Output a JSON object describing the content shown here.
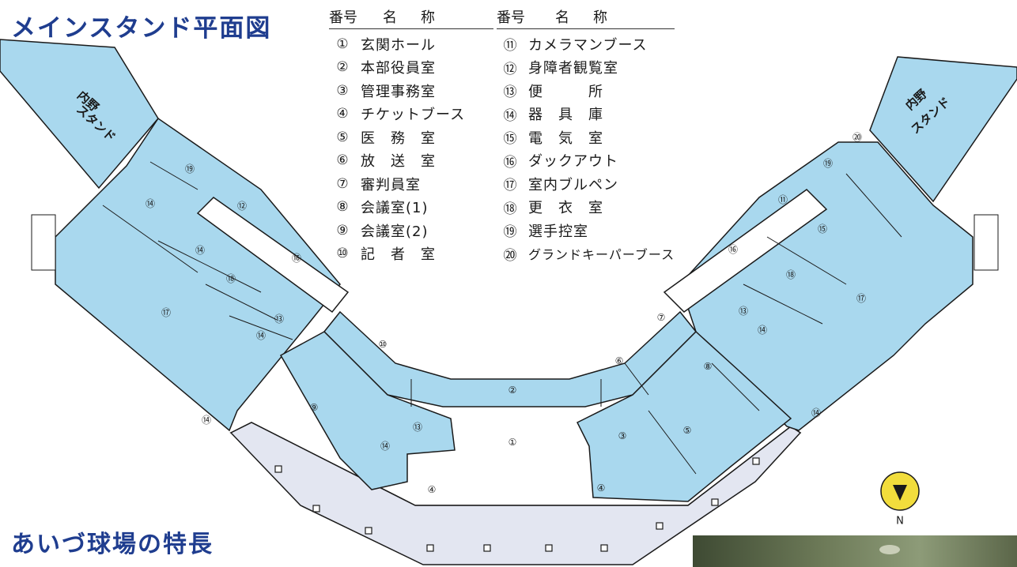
{
  "title": "メインスタンド平面図",
  "subtitle": "あいづ球場の特長",
  "legend": {
    "header_num": "番号",
    "header_name": "名　称",
    "items": [
      {
        "num": "①",
        "name": "玄関ホール"
      },
      {
        "num": "②",
        "name": "本部役員室"
      },
      {
        "num": "③",
        "name": "管理事務室"
      },
      {
        "num": "④",
        "name": "チケットブース"
      },
      {
        "num": "⑤",
        "name": "医　務　室"
      },
      {
        "num": "⑥",
        "name": "放　送　室"
      },
      {
        "num": "⑦",
        "name": "審判員室"
      },
      {
        "num": "⑧",
        "name": "会議室(1)"
      },
      {
        "num": "⑨",
        "name": "会議室(2)"
      },
      {
        "num": "⑩",
        "name": "記　者　室"
      },
      {
        "num": "⑪",
        "name": "カメラマンブース"
      },
      {
        "num": "⑫",
        "name": "身障者観覧室"
      },
      {
        "num": "⑬",
        "name": "便　　　所"
      },
      {
        "num": "⑭",
        "name": "器　具　庫"
      },
      {
        "num": "⑮",
        "name": "電　気　室"
      },
      {
        "num": "⑯",
        "name": "ダックアウト"
      },
      {
        "num": "⑰",
        "name": "室内ブルペン"
      },
      {
        "num": "⑱",
        "name": "更　衣　室"
      },
      {
        "num": "⑲",
        "name": "選手控室"
      },
      {
        "num": "⑳",
        "name": "グランドキーパーブース"
      }
    ]
  },
  "map": {
    "left_stand_line1": "内野",
    "left_stand_line2": "スタンド",
    "right_stand_line1": "内野",
    "right_stand_line2": "スタンド",
    "north_label": "N",
    "room_markers": [
      "①",
      "②",
      "③",
      "④",
      "⑤",
      "⑥",
      "⑦",
      "⑧",
      "⑨",
      "⑩",
      "⑪",
      "⑫",
      "⑬",
      "⑭",
      "⑮",
      "⑯",
      "⑰",
      "⑱",
      "⑲",
      "⑳"
    ]
  },
  "colors": {
    "title": "#1f3d8f",
    "room_fill": "#a9d8ee",
    "concourse_fill": "#e3e6f1",
    "outline": "#1a1a1a",
    "north_marker": "#f2dd3c"
  }
}
